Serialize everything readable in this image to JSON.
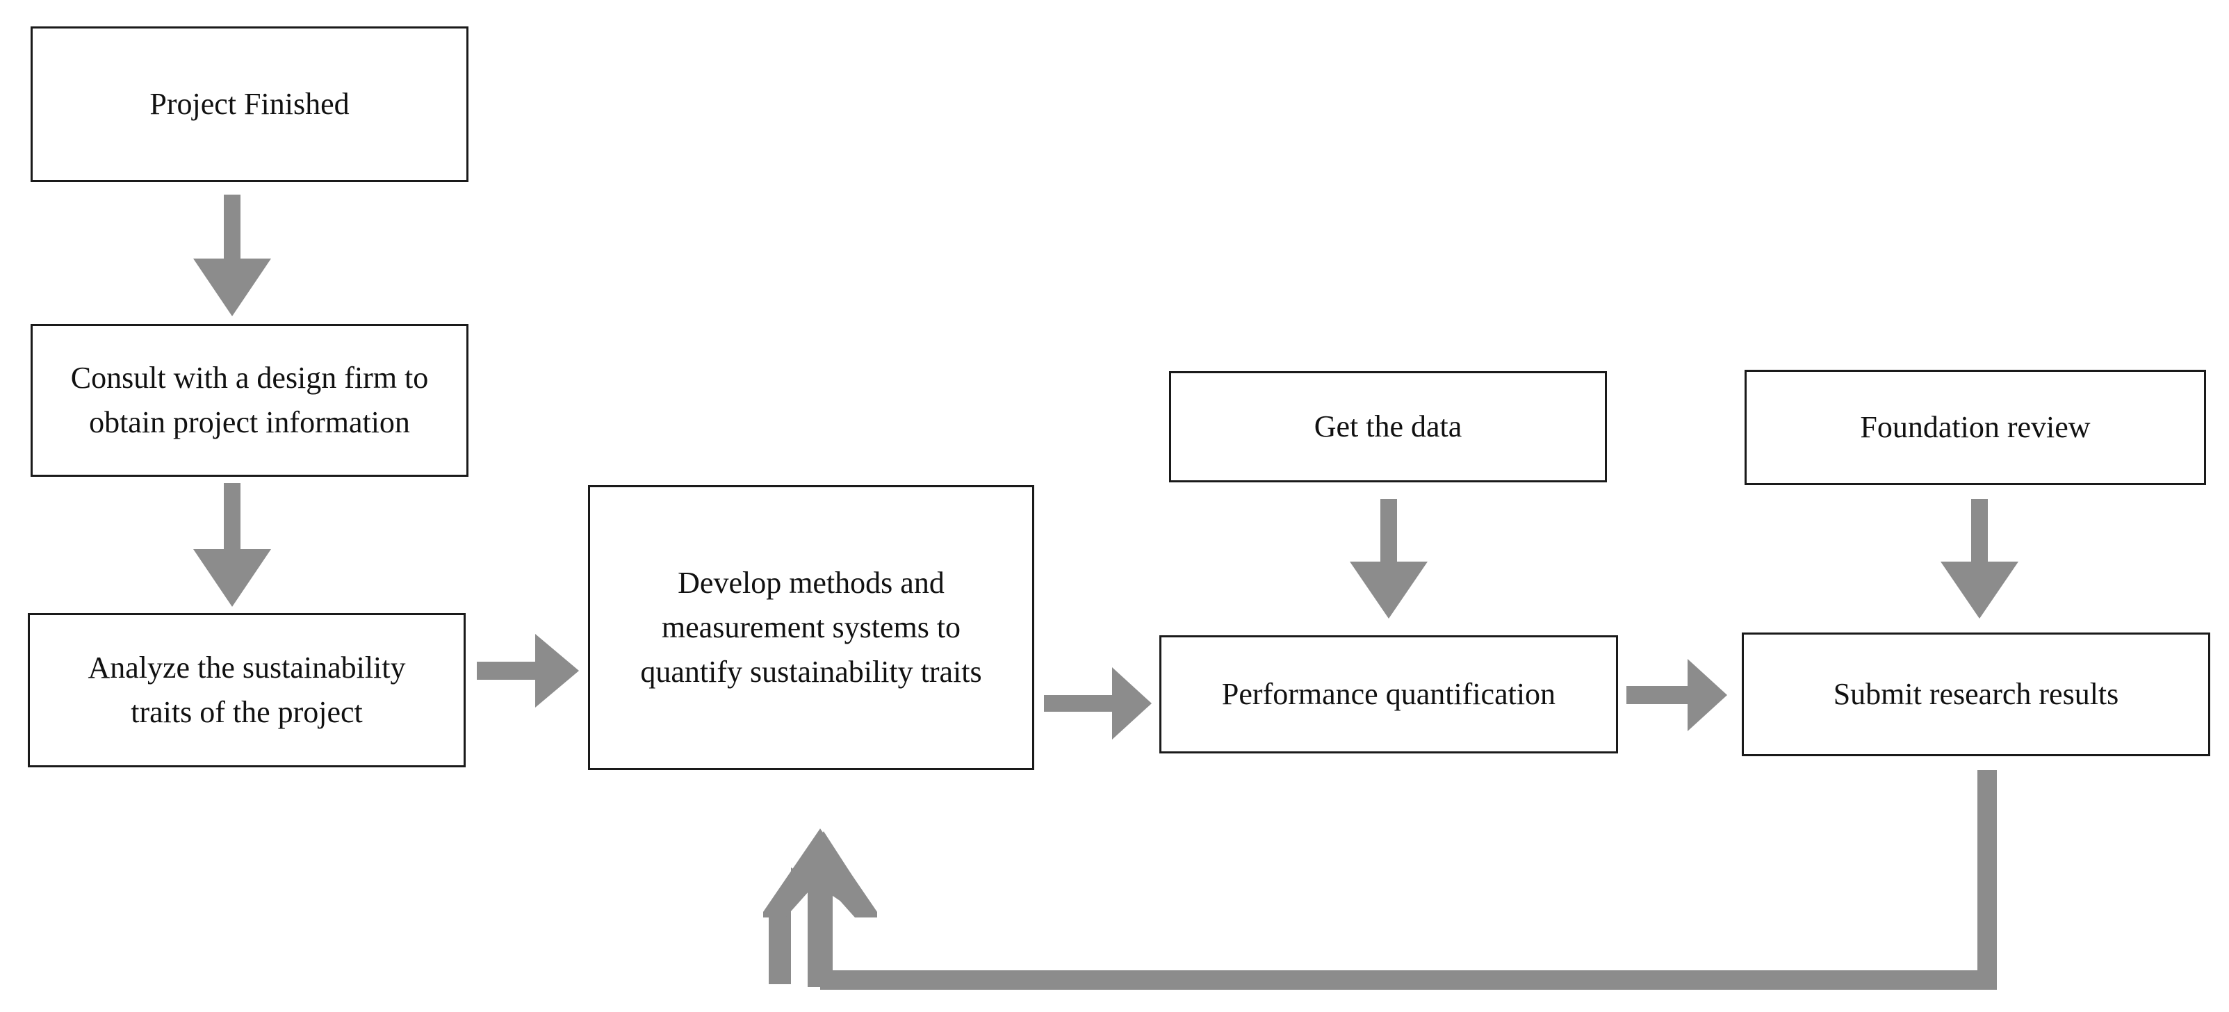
{
  "diagram": {
    "nodes": {
      "project_finished": "Project Finished",
      "consult_design_firm": "Consult with a design firm to\nobtain project information",
      "analyze_traits": "Analyze the sustainability\ntraits of the project",
      "develop_methods": "Develop methods and\nmeasurement systems to\nquantify sustainability traits",
      "get_data": "Get the data",
      "performance_quantification": "Performance quantification",
      "foundation_review": "Foundation review",
      "submit_results": "Submit research results"
    },
    "colors": {
      "arrow": "#8c8c8c",
      "border": "#1a1a1a"
    }
  }
}
